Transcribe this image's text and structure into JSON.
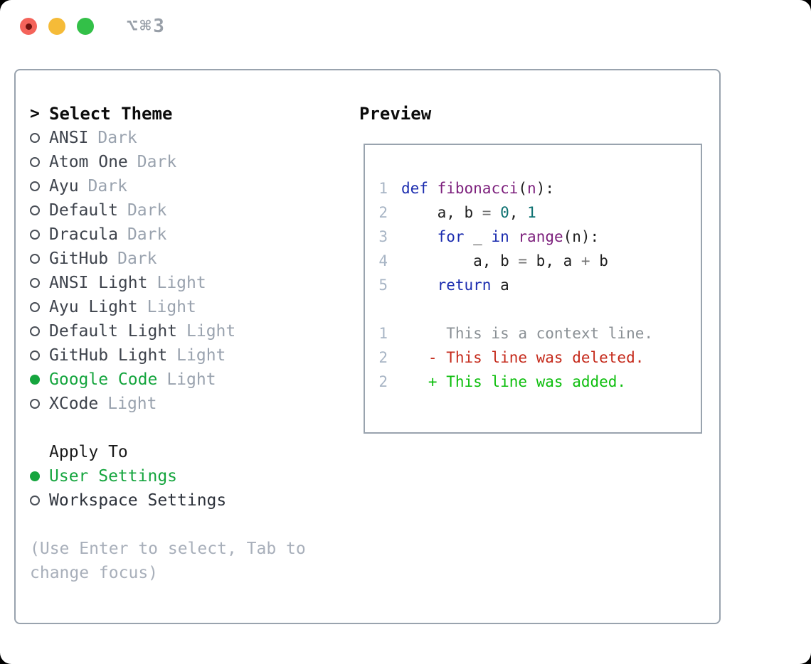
{
  "window": {
    "title": "⌥⌘3"
  },
  "traffic_lights": [
    {
      "name": "close",
      "color": "#f4635a",
      "dot": "#70120e"
    },
    {
      "name": "minimize",
      "color": "#f5bb38",
      "dot": ""
    },
    {
      "name": "zoom",
      "color": "#33c048",
      "dot": ""
    }
  ],
  "colors": {
    "accent_green": "#15a53e",
    "radio_outline": "#4b5058",
    "item_name": "#3e434c",
    "variant_gray": "#99a2ae",
    "help_gray": "#a8afba",
    "keyword": "#1b2caf",
    "title": "#7c1f7c",
    "param": "#7c1f7c",
    "number": "#0d7171",
    "operator": "#737373",
    "text": "#1e1e1e",
    "lineno": "#a8b5c5",
    "context": "#8a9095",
    "deleted": "#c52a1b",
    "added": "#0cbe0c"
  },
  "theme_panel": {
    "header_marker": ">",
    "header": "Select Theme",
    "themes": [
      {
        "name": "ANSI",
        "variant": "Dark",
        "selected": false
      },
      {
        "name": "Atom One",
        "variant": "Dark",
        "selected": false
      },
      {
        "name": "Ayu",
        "variant": "Dark",
        "selected": false
      },
      {
        "name": "Default",
        "variant": "Dark",
        "selected": false
      },
      {
        "name": "Dracula",
        "variant": "Dark",
        "selected": false
      },
      {
        "name": "GitHub",
        "variant": "Dark",
        "selected": false
      },
      {
        "name": "ANSI Light",
        "variant": "Light",
        "selected": false
      },
      {
        "name": "Ayu Light",
        "variant": "Light",
        "selected": false
      },
      {
        "name": "Default Light",
        "variant": "Light",
        "selected": false
      },
      {
        "name": "GitHub Light",
        "variant": "Light",
        "selected": false
      },
      {
        "name": "Google Code",
        "variant": "Light",
        "selected": true
      },
      {
        "name": "XCode",
        "variant": "Light",
        "selected": false
      }
    ],
    "apply_to": {
      "header": "Apply To",
      "options": [
        {
          "label": "User Settings",
          "selected": true
        },
        {
          "label": "Workspace Settings",
          "selected": false
        }
      ]
    },
    "help_lines": [
      "(Use Enter to select, Tab to",
      "change focus)"
    ]
  },
  "preview": {
    "header": "Preview",
    "lines": [
      {
        "num": "1",
        "segments": [
          {
            "t": "def",
            "c": "keyword"
          },
          {
            "t": " ",
            "c": "text"
          },
          {
            "t": "fibonacci",
            "c": "title"
          },
          {
            "t": "(",
            "c": "text"
          },
          {
            "t": "n",
            "c": "param"
          },
          {
            "t": "):",
            "c": "text"
          }
        ]
      },
      {
        "num": "2",
        "segments": [
          {
            "t": "    a, b ",
            "c": "text"
          },
          {
            "t": "=",
            "c": "operator"
          },
          {
            "t": " ",
            "c": "text"
          },
          {
            "t": "0",
            "c": "number"
          },
          {
            "t": ", ",
            "c": "text"
          },
          {
            "t": "1",
            "c": "number"
          }
        ]
      },
      {
        "num": "3",
        "segments": [
          {
            "t": "    ",
            "c": "text"
          },
          {
            "t": "for",
            "c": "keyword"
          },
          {
            "t": " _ ",
            "c": "text"
          },
          {
            "t": "in",
            "c": "keyword"
          },
          {
            "t": " ",
            "c": "text"
          },
          {
            "t": "range",
            "c": "title"
          },
          {
            "t": "(n):",
            "c": "text"
          }
        ]
      },
      {
        "num": "4",
        "segments": [
          {
            "t": "        a, b ",
            "c": "text"
          },
          {
            "t": "=",
            "c": "operator"
          },
          {
            "t": " b, a ",
            "c": "text"
          },
          {
            "t": "+",
            "c": "operator"
          },
          {
            "t": " b",
            "c": "text"
          }
        ]
      },
      {
        "num": "5",
        "segments": [
          {
            "t": "    ",
            "c": "text"
          },
          {
            "t": "return",
            "c": "keyword"
          },
          {
            "t": " a",
            "c": "text"
          }
        ]
      },
      {
        "num": "",
        "segments": []
      },
      {
        "num": "1",
        "segments": [
          {
            "t": "     This is a context line.",
            "c": "context"
          }
        ]
      },
      {
        "num": "2",
        "segments": [
          {
            "t": "   - This line was deleted.",
            "c": "deleted"
          }
        ]
      },
      {
        "num": "2",
        "segments": [
          {
            "t": "   + This line was added.",
            "c": "added"
          }
        ]
      }
    ]
  }
}
